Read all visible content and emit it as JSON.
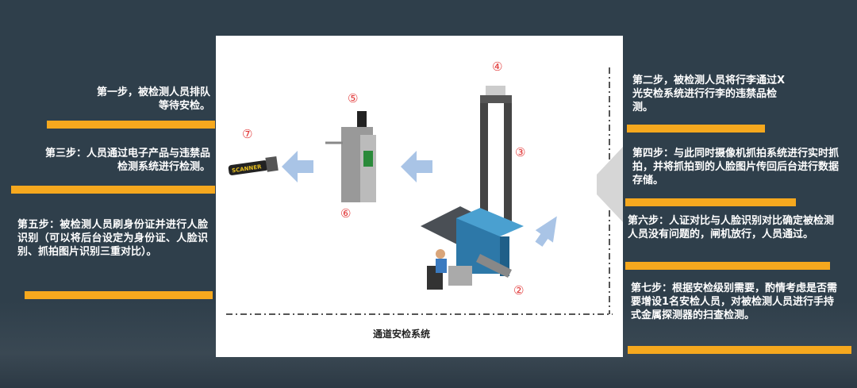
{
  "steps": {
    "s1": "第一步，被检测人员排队等待安检。",
    "s2": "第二步，被检测人员将行李通过X光安检系统进行行李的违禁品检测。",
    "s3": "第三步：人员通过电子产品与违禁品检测系统进行检测。",
    "s4": "第四步：与此同时摄像机抓拍系统进行实时抓拍，并将抓拍到的人脸图片传回后台进行数据存储。",
    "s5": "第五步：被检测人员刷身份证并进行人脸识别（可以将后台设定为身份证、人脸识别、抓拍图片识别三重对比）。",
    "s6": "第六步：人证对比与人脸识别对比确定被检测人员没有问题的，闸机放行，人员通过。",
    "s7": "第七步：根据安检级别需要，酌情考虑是否需要增设1名安检人员，对被检测人员进行手持式金属探测器的扫查检测。"
  },
  "diagram": {
    "caption": "通道安检系统",
    "labels": {
      "n2": "②",
      "n3": "③",
      "n4": "④",
      "n5": "⑤",
      "n6": "⑥",
      "n7": "⑦"
    },
    "detector_text": "SCANNER"
  },
  "colors": {
    "background": "#2f3f4b",
    "accent": "#f6a81e",
    "arrow": "#a9c4e6",
    "number": "#e23a3a"
  }
}
